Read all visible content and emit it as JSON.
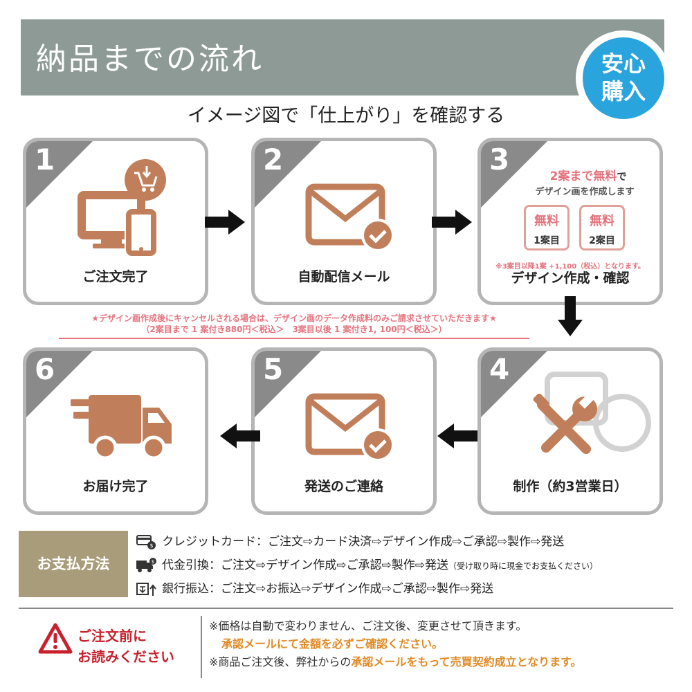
{
  "header": {
    "title": "納品までの流れ",
    "badge_line1": "安心",
    "badge_line2": "購入"
  },
  "subtitle": "イメージ図で「仕上がり」を確認する",
  "steps": [
    {
      "num": "1",
      "label": "ご注文完了"
    },
    {
      "num": "2",
      "label": "自動配信メール"
    },
    {
      "num": "3",
      "label": "デザイン作成・確認"
    },
    {
      "num": "4",
      "label": "制作（約3営業日）"
    },
    {
      "num": "5",
      "label": "発送のご連絡"
    },
    {
      "num": "6",
      "label": "お届け完了"
    }
  ],
  "step3": {
    "free_highlight": "2案まで無料",
    "free_suffix": "で",
    "sub": "デザイン画を作成します",
    "mini1_top": "無料",
    "mini1_bottom": "1案目",
    "mini2_top": "無料",
    "mini2_bottom": "2案目",
    "note": "※3案目以降1案 +1,100（税込）となります。"
  },
  "cancel_note": {
    "line1": "★デザイン画作成後にキャンセルされる場合は、デザイン画のデータ作成料のみご請求させていただきます★",
    "line2": "（2案目まで 1 案付き880円＜税込＞　3案目以後 1 案付き1, 100円＜税込＞）"
  },
  "payment": {
    "label": "お支払方法",
    "rows": [
      {
        "icon": "credit-card-icon",
        "text": "クレジットカード：ご注文⇨カード決済⇨デザイン作成⇨ご承認⇨製作⇨発送",
        "small": ""
      },
      {
        "icon": "delivery-truck-icon",
        "text": "代金引換：ご注文⇨デザイン作成⇨ご承認⇨製作⇨発送",
        "small": "（受け取り時に現金でお支払ください）"
      },
      {
        "icon": "bank-transfer-icon",
        "text": "銀行振込：ご注文⇨お振込⇨デザイン作成⇨ご承認⇨製作⇨発送",
        "small": ""
      }
    ]
  },
  "warning": {
    "title_line1": "ご注文前に",
    "title_line2": "お読みください",
    "note1": "※価格は自動で変わりません、ご注文後、変更させて頂きます。",
    "note2": "承認メールにて金額を必ずご確認ください。",
    "note3_prefix": "※商品ご注文後、弊社からの",
    "note3_highlight": "承認メールをもって売買契約成立となります。"
  },
  "colors": {
    "accent_brown": "#c07f5a",
    "header_gray": "#8e9a96",
    "badge_blue": "#2aa4dc",
    "pink": "#e4737d",
    "warning_red": "#c8202c",
    "payment_tan": "#a89c7a"
  }
}
